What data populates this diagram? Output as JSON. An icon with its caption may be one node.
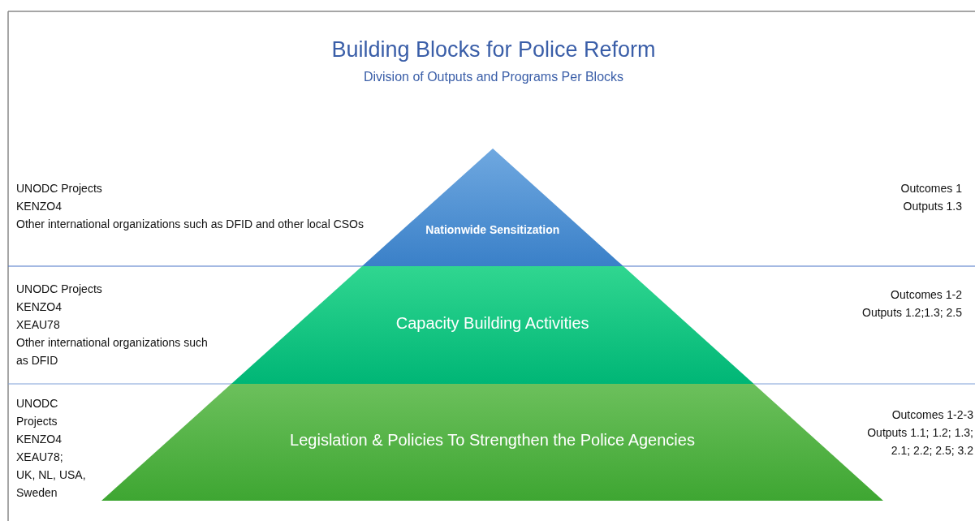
{
  "diagram": {
    "title": "Building Blocks for Police Reform",
    "nodes": [
      {
        "text": [
          "Nationwide Sensitization"
        ]
      },
      {
        "text": [
          "Capacity Building Activities"
        ]
      },
      {
        "text": [
          "Legislation & Policies To Strengthen the Police Agencies"
        ]
      }
    ],
    "labels": [
      "Division of Outputs and Programs Per Blocks",
      "UNODC Projects",
      "KENZO4",
      "Other international organizations such as DFID and other local CSOs",
      "Outcomes 1",
      "Outputs 1.3",
      "UNODC Projects",
      "KENZO4",
      "XEAU78",
      "Other international organizations such as DFID",
      "Outcomes 1-2",
      "Outputs 1.2;1.3; 2.5",
      "UNODC Projects",
      "KENZO4",
      "XEAU78;",
      "UK, NL, USA, Sweden",
      "Outcomes 1-2-3",
      "Outputs 1.1; 1.2; 1.3; 2.1; 2.2; 2.5; 3.2"
    ]
  }
}
